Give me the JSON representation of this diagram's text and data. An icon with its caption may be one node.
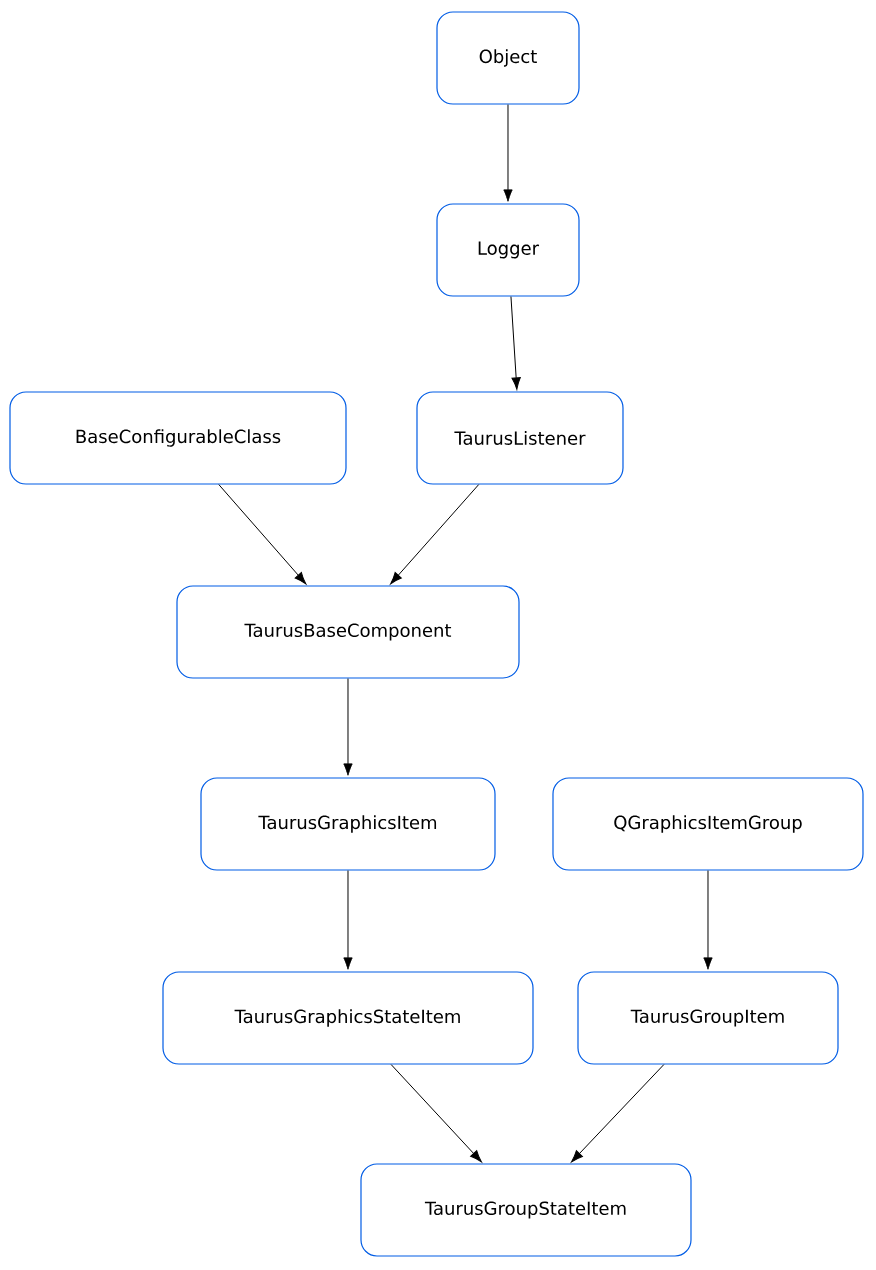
{
  "diagram": {
    "nodes": [
      {
        "text": [
          "Object"
        ]
      },
      {
        "text": [
          "Logger"
        ]
      },
      {
        "text": [
          "BaseConfigurableClass"
        ]
      },
      {
        "text": [
          "TaurusListener"
        ]
      },
      {
        "text": [
          "TaurusBaseComponent"
        ]
      },
      {
        "text": [
          "TaurusGraphicsItem"
        ]
      },
      {
        "text": [
          "QGraphicsItemGroup"
        ]
      },
      {
        "text": [
          "TaurusGraphicsStateItem"
        ]
      },
      {
        "text": [
          "TaurusGroupItem"
        ]
      },
      {
        "text": [
          "TaurusGroupStateItem"
        ]
      }
    ],
    "edges": [
      {
        "from": 0,
        "to": 1,
        "arrow": "to"
      },
      {
        "from": 1,
        "to": 3,
        "arrow": "to"
      },
      {
        "from": 2,
        "to": 4,
        "arrow": "to"
      },
      {
        "from": 3,
        "to": 4,
        "arrow": "to"
      },
      {
        "from": 4,
        "to": 5,
        "arrow": "to"
      },
      {
        "from": 5,
        "to": 7,
        "arrow": "to"
      },
      {
        "from": 6,
        "to": 8,
        "arrow": "to"
      },
      {
        "from": 7,
        "to": 9,
        "arrow": "to"
      },
      {
        "from": 8,
        "to": 9,
        "arrow": "to"
      }
    ]
  }
}
